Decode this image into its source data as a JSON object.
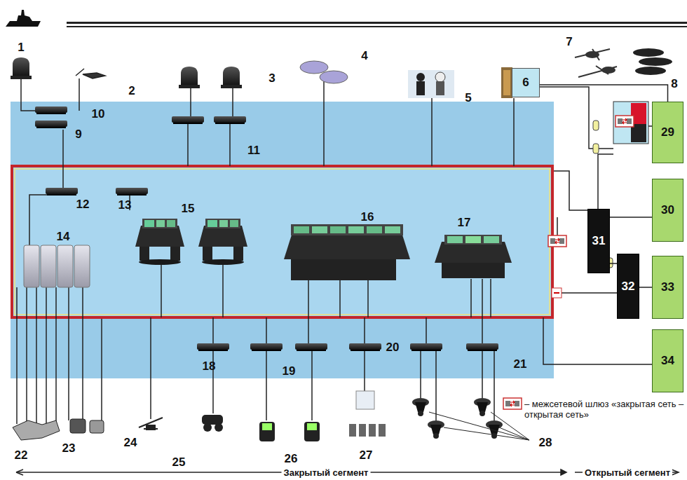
{
  "diagram": {
    "nodes": [
      {
        "text": [
          "6"
        ]
      },
      {
        "text": [
          "29"
        ]
      },
      {
        "text": [
          "30"
        ]
      },
      {
        "text": [
          "31"
        ]
      },
      {
        "text": [
          "32"
        ]
      },
      {
        "text": [
          "33"
        ]
      },
      {
        "text": [
          "34"
        ]
      }
    ],
    "edges": [
      {
        "from": 0,
        "to": 1,
        "arrow": "none"
      },
      {
        "from": 3,
        "to": 2,
        "arrow": "none"
      },
      {
        "from": 3,
        "to": 4,
        "arrow": "none"
      },
      {
        "from": 4,
        "to": 5,
        "arrow": "none"
      }
    ],
    "labels": [
      "1",
      "2",
      "3",
      "4",
      "5",
      "7",
      "8",
      "9",
      "10",
      "11",
      "12",
      "13",
      "14",
      "15",
      "16",
      "17",
      "18",
      "19",
      "20",
      "21",
      "22",
      "23",
      "24",
      "25",
      "26",
      "27",
      "28",
      "Закрытый сегмент",
      "Открытый сегмент"
    ],
    "legend": [
      {
        "text": "– межсетевой шлюз «закрытая сеть – открытая сеть»"
      }
    ]
  }
}
